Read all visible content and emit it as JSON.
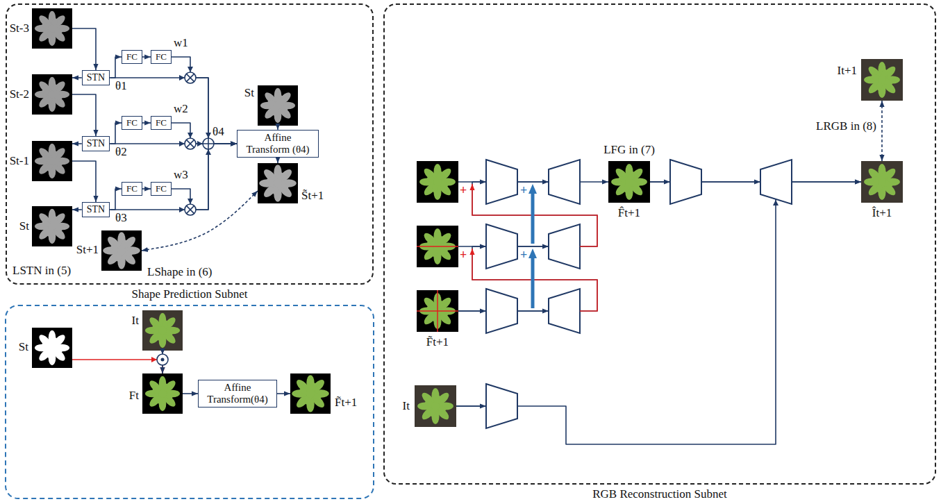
{
  "diagram": {
    "nodes": [
      {
        "text": [
          "Shape Prediction Subnet"
        ]
      },
      {
        "text": [
          "St-3"
        ],
        "in": 0
      },
      {
        "text": [
          "STN"
        ],
        "in": 0
      },
      {
        "text": [
          "St-2"
        ],
        "in": 0
      },
      {
        "text": [
          "STN"
        ],
        "in": 0
      },
      {
        "text": [
          "St-1"
        ],
        "in": 0
      },
      {
        "text": [
          "STN"
        ],
        "in": 0
      },
      {
        "text": [
          "St"
        ],
        "in": 0
      },
      {
        "text": [
          "FC"
        ],
        "in": 0
      },
      {
        "text": [
          "FC"
        ],
        "in": 0
      },
      {
        "text": [
          "FC"
        ],
        "in": 0
      },
      {
        "text": [
          "FC"
        ],
        "in": 0
      },
      {
        "text": [
          "FC"
        ],
        "in": 0
      },
      {
        "text": [
          "FC"
        ],
        "in": 0
      },
      {
        "text": [
          "St"
        ],
        "in": 0
      },
      {
        "text": [
          "Affine Transform (θ4)"
        ],
        "in": 0
      },
      {
        "text": [
          "S̃t+1"
        ],
        "in": 0
      },
      {
        "text": [
          "St+1"
        ],
        "in": 0
      },
      {
        "text": [
          "It"
        ]
      },
      {
        "text": [
          "St"
        ]
      },
      {
        "text": [
          "Ft"
        ]
      },
      {
        "text": [
          "Affine Transform(θ4)"
        ]
      },
      {
        "text": [
          "F̃t+1"
        ]
      },
      {
        "text": [
          "RGB Reconstruction Subnet"
        ]
      },
      {
        "text": [
          "It+1"
        ],
        "in": 23
      },
      {
        "text": [
          "F̂t+1"
        ],
        "in": 23
      },
      {
        "text": [
          "F̃t+1"
        ],
        "in": 23
      },
      {
        "text": [
          "Ît+1"
        ],
        "in": 23
      },
      {
        "text": [
          "It"
        ],
        "in": 23
      }
    ],
    "edges": [
      {
        "from": 1,
        "to": 2,
        "arrow": "to"
      },
      {
        "from": 2,
        "to": 3,
        "arrow": "to"
      },
      {
        "from": 3,
        "to": 4,
        "arrow": "to"
      },
      {
        "from": 4,
        "to": 5,
        "arrow": "to"
      },
      {
        "from": 5,
        "to": 6,
        "arrow": "to"
      },
      {
        "from": 6,
        "to": 7,
        "arrow": "to"
      },
      {
        "from": 2,
        "to": 8,
        "arrow": "to"
      },
      {
        "from": 8,
        "to": 9,
        "arrow": "to"
      },
      {
        "from": 4,
        "to": 10,
        "arrow": "to"
      },
      {
        "from": 10,
        "to": 11,
        "arrow": "to"
      },
      {
        "from": 6,
        "to": 12,
        "arrow": "to"
      },
      {
        "from": 12,
        "to": 13,
        "arrow": "to"
      },
      {
        "from": 2,
        "to": 15,
        "arrow": "to"
      },
      {
        "from": 9,
        "to": 15,
        "arrow": "to"
      },
      {
        "from": 4,
        "to": 15,
        "arrow": "to"
      },
      {
        "from": 11,
        "to": 15,
        "arrow": "to"
      },
      {
        "from": 6,
        "to": 15,
        "arrow": "to"
      },
      {
        "from": 13,
        "to": 15,
        "arrow": "to"
      },
      {
        "from": 14,
        "to": 15,
        "arrow": "to"
      },
      {
        "from": 15,
        "to": 16,
        "arrow": "to"
      },
      {
        "from": 17,
        "to": 16,
        "arrow": "both"
      },
      {
        "from": 19,
        "to": 20,
        "arrow": "to"
      },
      {
        "from": 18,
        "to": 20,
        "arrow": "to"
      },
      {
        "from": 20,
        "to": 21,
        "arrow": "to"
      },
      {
        "from": 21,
        "to": 22,
        "arrow": "to"
      },
      {
        "from": 26,
        "to": 25,
        "arrow": "to"
      },
      {
        "from": 25,
        "to": 27,
        "arrow": "to"
      },
      {
        "from": 28,
        "to": 27,
        "arrow": "to"
      },
      {
        "from": 24,
        "to": 27,
        "arrow": "both"
      }
    ],
    "labels": [
      "θ1",
      "θ2",
      "θ3",
      "w1",
      "w2",
      "w3",
      "θ4",
      "LSTN in (5)",
      "LShape in (6)",
      "+",
      "+",
      "+",
      "+",
      "LFG in (7)",
      "LRGB in (8)"
    ]
  }
}
